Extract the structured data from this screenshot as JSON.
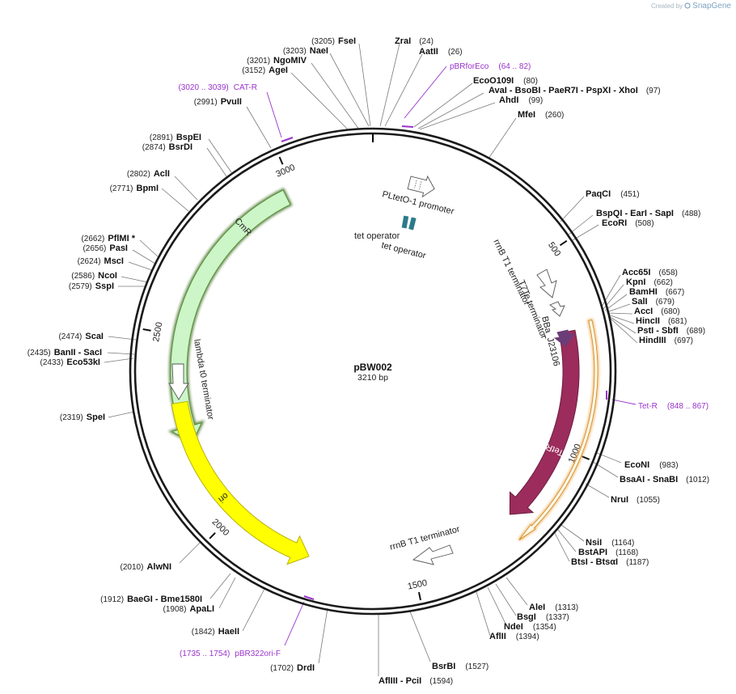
{
  "branding": {
    "created_by": "Created by",
    "app": "SnapGene"
  },
  "plasmid": {
    "name": "pBW002",
    "length_label": "3210 bp",
    "length": 3210
  },
  "colors": {
    "backbone": "#1a1a1a",
    "cmr": "#ccf5c8",
    "cmr_outline": "#5a8f3a",
    "ori": "#ffff00",
    "tetr": "#9b2c5c",
    "tetr_label": "#ffffff",
    "tet_operator": "#2b7a8a",
    "bba": "#6b3d78",
    "primer": "#9933cc",
    "tetr_glow": "#f0a030"
  },
  "ticks": [
    {
      "pos": 500,
      "label": "500"
    },
    {
      "pos": 1000,
      "label": "1000"
    },
    {
      "pos": 1500,
      "label": "1500"
    },
    {
      "pos": 2000,
      "label": "2000"
    },
    {
      "pos": 2500,
      "label": "2500"
    },
    {
      "pos": 3000,
      "label": "3000"
    }
  ],
  "features": [
    {
      "id": "cmr",
      "label": "CmR",
      "type": "arc",
      "start": 2215,
      "end": 2975,
      "dir": "ccw"
    },
    {
      "id": "ori",
      "label": "ori",
      "type": "arc",
      "start": 1775,
      "end": 2325,
      "dir": "ccw"
    },
    {
      "id": "tetr",
      "label": "TetR",
      "type": "arc",
      "start": 700,
      "end": 1215,
      "dir": "cw"
    },
    {
      "id": "pltet",
      "label": "PLtetO-1 promoter",
      "type": "small"
    },
    {
      "id": "tetop1",
      "label": "tet operator",
      "type": "small"
    },
    {
      "id": "tetop2",
      "label": "tet operator",
      "type": "small"
    },
    {
      "id": "rrnb1",
      "label": "rrnB T1 terminator",
      "type": "small"
    },
    {
      "id": "t7te",
      "label": "T7Te terminator",
      "type": "small"
    },
    {
      "id": "bba",
      "label": "BBa_J23106",
      "type": "small"
    },
    {
      "id": "rrnb2",
      "label": "rrnB T1 terminator",
      "type": "small"
    },
    {
      "id": "lambda",
      "label": "lambda t0 terminator",
      "type": "small"
    }
  ],
  "sites": [
    {
      "label": "FseI",
      "pos_text": "(3205)"
    },
    {
      "label": "NaeI",
      "pos_text": "(3203)"
    },
    {
      "label": "NgoMIV",
      "pos_text": "(3201)"
    },
    {
      "label": "AgeI",
      "pos_text": "(3152)"
    },
    {
      "label": "PvuII",
      "pos_text": "(2991)"
    },
    {
      "label": "BspEI",
      "pos_text": "(2891)"
    },
    {
      "label": "BsrDI",
      "pos_text": "(2874)"
    },
    {
      "label": "AclI",
      "pos_text": "(2802)"
    },
    {
      "label": "BpmI",
      "pos_text": "(2771)"
    },
    {
      "label": "PflMI *",
      "pos_text": "(2662)"
    },
    {
      "label": "PasI",
      "pos_text": "(2656)"
    },
    {
      "label": "MscI",
      "pos_text": "(2624)"
    },
    {
      "label": "NcoI",
      "pos_text": "(2586)"
    },
    {
      "label": "SspI",
      "pos_text": "(2579)"
    },
    {
      "label": "ScaI",
      "pos_text": "(2474)"
    },
    {
      "label": "BanII   - SacI",
      "pos_text": "(2435)"
    },
    {
      "label": "Eco53kI",
      "pos_text": "(2433)"
    },
    {
      "label": "SpeI",
      "pos_text": "(2319)"
    },
    {
      "label": "AlwNI",
      "pos_text": "(2010)"
    },
    {
      "label": "BaeGI   - Bme1580I",
      "pos_text": "(1912)"
    },
    {
      "label": "ApaLI",
      "pos_text": "(1908)"
    },
    {
      "label": "HaeII",
      "pos_text": "(1842)"
    },
    {
      "label": "DrdI",
      "pos_text": "(1702)"
    },
    {
      "label": "ZraI",
      "pos_text": "(24)"
    },
    {
      "label": "AatII",
      "pos_text": "(26)"
    },
    {
      "label": "EcoO109I",
      "pos_text": "(80)"
    },
    {
      "label": "AvaI   - BsoBI   - PaeR7I   - PspXI   - XhoI",
      "pos_text": "(97)"
    },
    {
      "label": "AhdI",
      "pos_text": "(99)"
    },
    {
      "label": "MfeI",
      "pos_text": "(260)"
    },
    {
      "label": "PaqCI",
      "pos_text": "(451)"
    },
    {
      "label": "BspQI   - EarI   - SapI",
      "pos_text": "(488)"
    },
    {
      "label": "EcoRI",
      "pos_text": "(508)"
    },
    {
      "label": "Acc65I",
      "pos_text": "(658)"
    },
    {
      "label": "KpnI",
      "pos_text": "(662)"
    },
    {
      "label": "BamHI",
      "pos_text": "(667)"
    },
    {
      "label": "SalI",
      "pos_text": "(679)"
    },
    {
      "label": "AccI",
      "pos_text": "(680)"
    },
    {
      "label": "HincII",
      "pos_text": "(681)"
    },
    {
      "label": "PstI   - SbfI",
      "pos_text": "(689)"
    },
    {
      "label": "HindIII",
      "pos_text": "(697)"
    },
    {
      "label": "EcoNI",
      "pos_text": "(983)"
    },
    {
      "label": "BsaAI   - SnaBI",
      "pos_text": "(1012)"
    },
    {
      "label": "NruI",
      "pos_text": "(1055)"
    },
    {
      "label": "NsiI",
      "pos_text": "(1164)"
    },
    {
      "label": "BstAPI",
      "pos_text": "(1168)"
    },
    {
      "label": "BtsI   - BtsαI",
      "pos_text": "(1187)"
    },
    {
      "label": "AleI",
      "pos_text": "(1313)"
    },
    {
      "label": "BsgI",
      "pos_text": "(1337)"
    },
    {
      "label": "NdeI",
      "pos_text": "(1354)"
    },
    {
      "label": "AflII",
      "pos_text": "(1394)"
    },
    {
      "label": "BsrBI",
      "pos_text": "(1527)"
    },
    {
      "label": "AflIII   - PciI",
      "pos_text": "(1594)"
    }
  ],
  "primers": [
    {
      "label": "CAT-R",
      "pos_text": "(3020 .. 3039)"
    },
    {
      "label": "pBRforEco",
      "pos_text": "(64 .. 82)"
    },
    {
      "label": "Tet-R",
      "pos_text": "(848 .. 867)"
    },
    {
      "label": "pBR322ori-F",
      "pos_text": "(1735 .. 1754)"
    }
  ]
}
